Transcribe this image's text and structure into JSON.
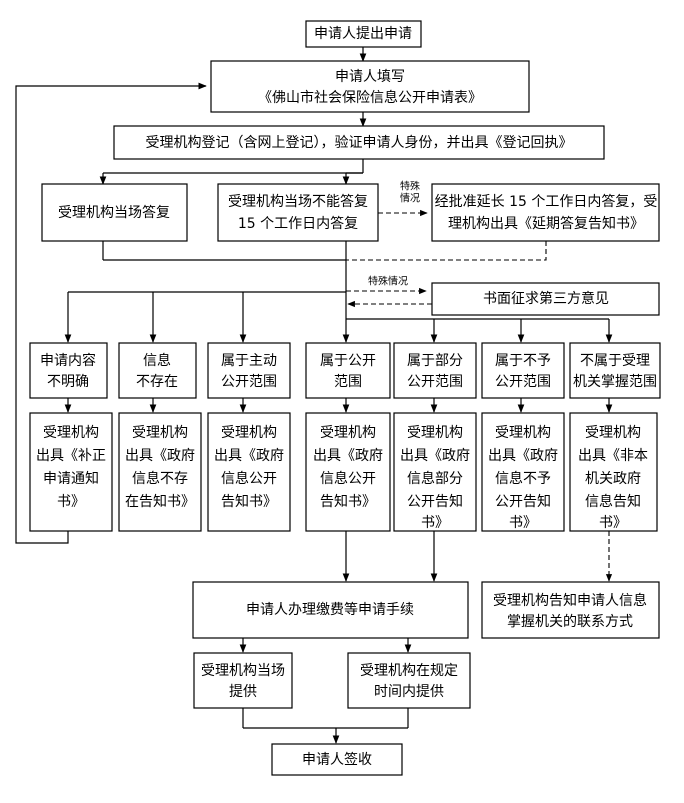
{
  "steps": {
    "submit": "申请人提出申请",
    "fill_1": "申请人填写",
    "fill_2": "《佛山市社会保险信息公开申请表》",
    "register": "受理机构登记（含网上登记），验证申请人身份，并出具《登记回执》",
    "reply_on_site": "受理机构当场答复",
    "cannot_reply_1": "受理机构当场不能答复",
    "cannot_reply_2": "15 个工作日内答复",
    "extend_1": "经批准延长 15 个工作日内答复，受",
    "extend_2": "理机构出具《延期答复告知书》",
    "third_party": "书面征求第三方意见",
    "cat_unclear_1": "申请内容",
    "cat_unclear_2": "不明确",
    "cat_not_exist_1": "信息",
    "cat_not_exist_2": "不存在",
    "cat_active_1": "属于主动",
    "cat_active_2": "公开范围",
    "cat_public_1": "属于公开",
    "cat_public_2": "范围",
    "cat_partial_1": "属于部分",
    "cat_partial_2": "公开范围",
    "cat_no_disclose_1": "属于不予",
    "cat_no_disclose_2": "公开范围",
    "cat_not_held_1": "不属于受理",
    "cat_not_held_2": "机关掌握范围",
    "pay": "申请人办理缴费等申请手续",
    "contact_1": "受理机构告知申请人信息",
    "contact_2": "掌握机关的联系方式",
    "provide_now_1": "受理机构当场",
    "provide_now_2": "提供",
    "provide_later_1": "受理机构在规定",
    "provide_later_2": "时间内提供",
    "sign": "申请人签收"
  },
  "notices": {
    "supplement": [
      "受理机构",
      "出具《补正",
      "申请通知",
      "书》"
    ],
    "not_exist": [
      "受理机构",
      "出具《政府",
      "信息不存",
      "在告知书》"
    ],
    "active": [
      "受理机构",
      "出具《政府",
      "信息公开",
      "告知书》"
    ],
    "public": [
      "受理机构",
      "出具《政府",
      "信息公开",
      "告知书》"
    ],
    "partial": [
      "受理机构",
      "出具《政府",
      "信息部分",
      "公开告知",
      "书》"
    ],
    "no_disclose": [
      "受理机构",
      "出具《政府",
      "信息不予",
      "公开告知",
      "书》"
    ],
    "not_held": [
      "受理机构",
      "出具《非本",
      "机关政府",
      "信息告知",
      "书》"
    ]
  },
  "labels": {
    "special_1a": "特殊",
    "special_1b": "情况",
    "special_2": "特殊情况"
  }
}
